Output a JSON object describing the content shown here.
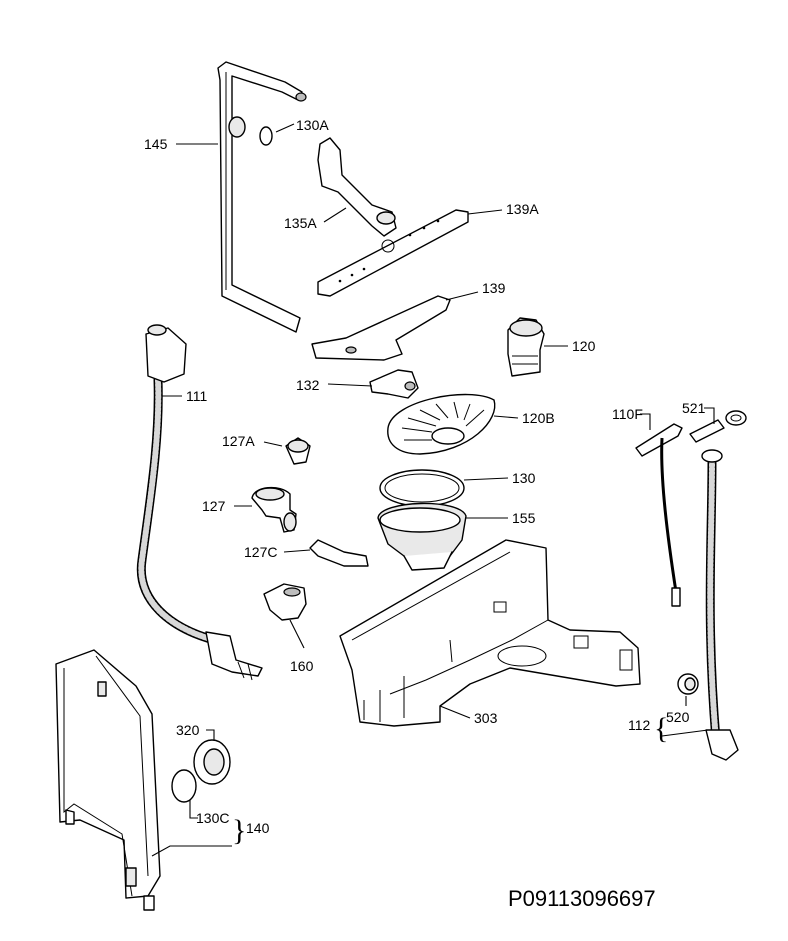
{
  "labels": {
    "l145": "145",
    "l130A": "130A",
    "l135A": "135A",
    "l139A": "139A",
    "l139": "139",
    "l120": "120",
    "l111": "111",
    "l132": "132",
    "l120B": "120B",
    "l127A": "127A",
    "l130": "130",
    "l127": "127",
    "l155": "155",
    "l127C": "127C",
    "l160": "160",
    "l303": "303",
    "l320": "320",
    "l130C": "130C",
    "l140": "140",
    "l110F": "110F",
    "l521": "521",
    "l112": "112",
    "l520": "520"
  },
  "drawing_code": "P09113096697"
}
